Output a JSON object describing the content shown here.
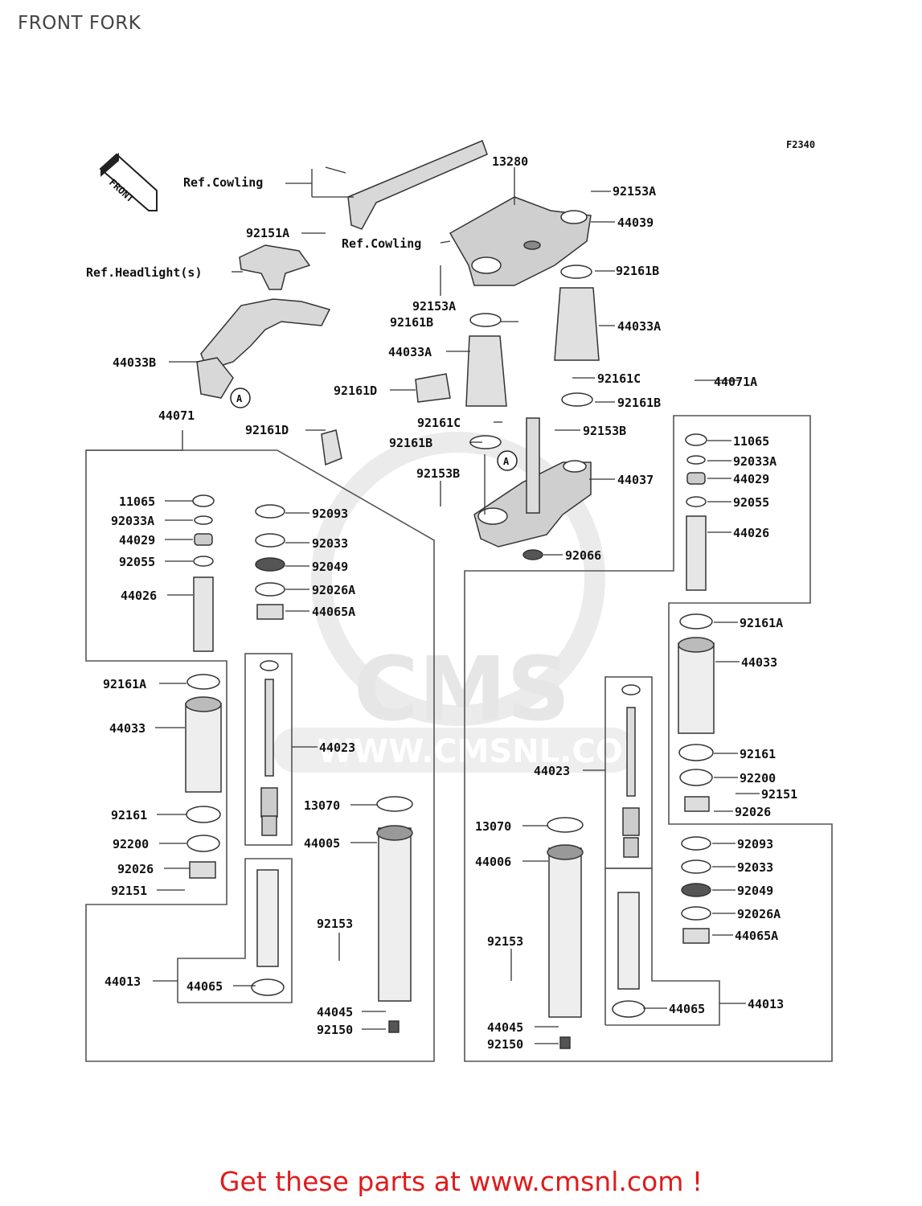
{
  "title": "FRONT FORK",
  "diagram_code": "F2340",
  "front_label": "FRONT",
  "watermark": {
    "brand": "CMS",
    "site": "WWW.CMSNL.COM"
  },
  "refs": {
    "cowling_1": "Ref.Cowling",
    "cowling_2": "Ref.Cowling",
    "headlight": "Ref.Headlight(s)"
  },
  "parts": {
    "p13280": "13280",
    "p92153A_a": "92153A",
    "p44039": "44039",
    "p92151A": "92151A",
    "p92161B_a": "92161B",
    "p92153A_b": "92153A",
    "p92161B_b": "92161B",
    "p44033A_r": "44033A",
    "p44033A_l": "44033A",
    "p44033B": "44033B",
    "p92161C_a": "92161C",
    "p92161D_a": "92161D",
    "p92161B_c": "92161B",
    "p44071A": "44071A",
    "p44071": "44071",
    "p92161C_b": "92161C",
    "p92161D_b": "92161D",
    "p92153B_a": "92153B",
    "p92161B_d": "92161B",
    "p44037": "44037",
    "p92153B_b": "92153B",
    "p92066": "92066",
    "L_11065": "11065",
    "L_92033A": "92033A",
    "L_44029": "44029",
    "L_92055": "92055",
    "L_44026": "44026",
    "L_92161A": "92161A",
    "L_44033": "44033",
    "L_92161": "92161",
    "L_92200": "92200",
    "L_92026": "92026",
    "L_92151": "92151",
    "L_44013": "44013",
    "L_44065": "44065",
    "M_92093": "92093",
    "M_92033": "92033",
    "M_92049": "92049",
    "M_92026A": "92026A",
    "M_44065A": "44065A",
    "M_44023": "44023",
    "M_13070": "13070",
    "M_44005": "44005",
    "M_92153": "92153",
    "M_44045": "44045",
    "M_92150": "92150",
    "R_11065": "11065",
    "R_92033A": "92033A",
    "R_44029": "44029",
    "R_92055": "92055",
    "R_44026": "44026",
    "R_92161A": "92161A",
    "R_44033": "44033",
    "R_92161": "92161",
    "R_92200": "92200",
    "R_92151": "92151",
    "R_92026": "92026",
    "R_92093": "92093",
    "R_92033": "92033",
    "R_92049": "92049",
    "R_92026A": "92026A",
    "R_44065A": "44065A",
    "R_44013": "44013",
    "R_44065": "44065",
    "N_44023": "44023",
    "N_13070": "13070",
    "N_44006": "44006",
    "N_92153": "92153",
    "N_44045": "44045",
    "N_92150": "92150",
    "circle_A": "A"
  },
  "cta": "Get these parts at www.cmsnl.com !"
}
